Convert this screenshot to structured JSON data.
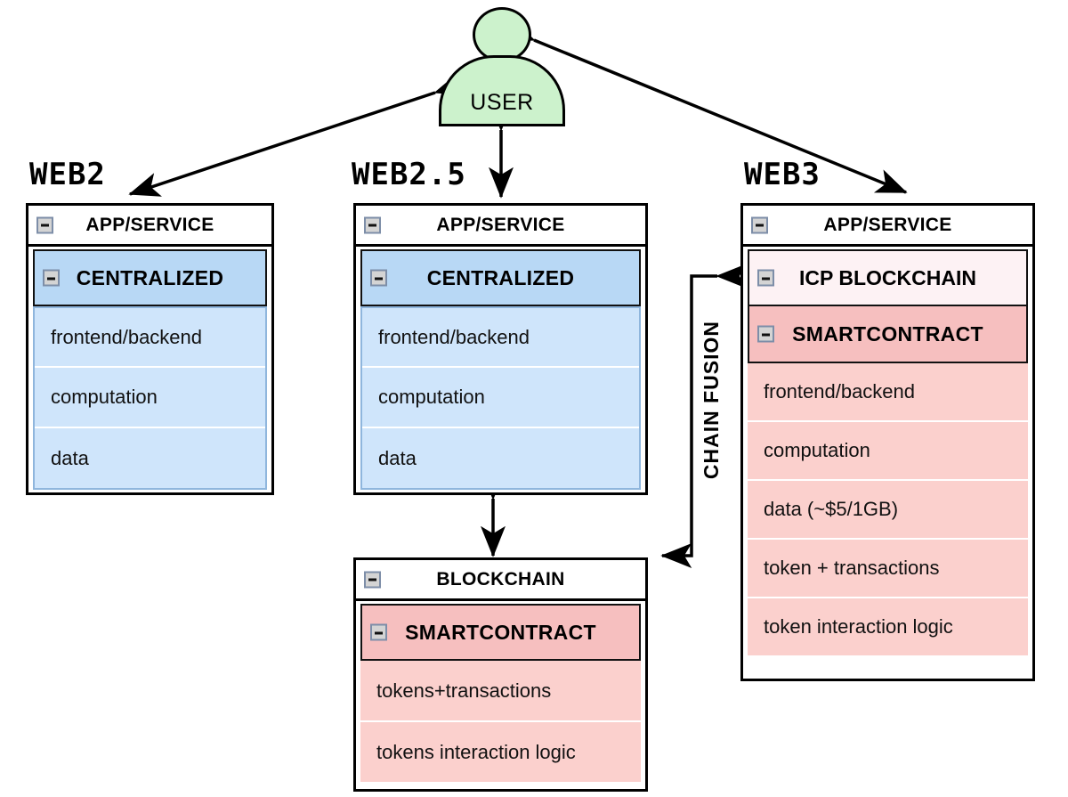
{
  "actor": {
    "name": "user-actor",
    "label": "USER",
    "fill": "#ccf2cc",
    "stroke": "#000000"
  },
  "sections": {
    "web2": {
      "title": "WEB2"
    },
    "web25": {
      "title": "WEB2.5"
    },
    "web3": {
      "title": "WEB3"
    }
  },
  "connectors": {
    "chain_fusion_label": "CHAIN FUSION",
    "user_to_web2": "bidirectional",
    "user_to_web25": "bidirectional",
    "user_to_web3": "bidirectional",
    "web25_to_blockchain": "bidirectional"
  },
  "icons": {
    "collapse": "minus-icon"
  },
  "colors": {
    "centralized_header": "#b8d8f5",
    "centralized_row": "#cfe5fb",
    "smartcontract_header": "#f6bfbf",
    "smartcontract_row": "#fbd0cd",
    "icp_panel": "#fdf2f4",
    "actor": "#ccf2cc",
    "outline": "#000000"
  },
  "cards": {
    "web2": {
      "header": "APP/SERVICE",
      "panel_title": "CENTRALIZED",
      "rows": [
        "frontend/backend",
        "computation",
        "data"
      ]
    },
    "web25": {
      "header": "APP/SERVICE",
      "panel_title": "CENTRALIZED",
      "rows": [
        "frontend/backend",
        "computation",
        "data"
      ]
    },
    "blockchain": {
      "header": "BLOCKCHAIN",
      "panel_title": "SMARTCONTRACT",
      "rows": [
        "tokens+transactions",
        "tokens interaction logic"
      ]
    },
    "web3": {
      "header": "APP/SERVICE",
      "icp_title": "ICP BLOCKCHAIN",
      "panel_title": "SMARTCONTRACT",
      "rows": [
        "frontend/backend",
        "computation",
        "data (~$5/1GB)",
        "token + transactions",
        "token interaction logic"
      ]
    }
  }
}
